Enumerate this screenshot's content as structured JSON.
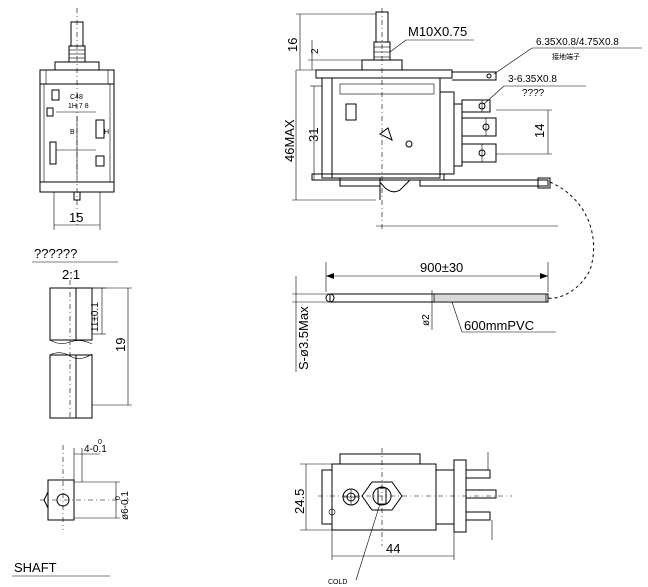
{
  "labels": {
    "thread": "M10X0.75",
    "terminal_size": "6.35X0.8/4.75X0.8",
    "terminal_note": "接地端子",
    "terminals": "3-6.35X0.8",
    "terminals_note": "????",
    "left_caption": "??????",
    "scale": "2:1",
    "capillary_length": "900±30",
    "pvc": "600mmPVC",
    "tube_dia": "S-ø3.5Max",
    "dia2": "ø2",
    "shaft": "SHAFT",
    "cold": "COLD",
    "front_markings": "C48",
    "front_markings2": "1H 7 8",
    "front_h": "H",
    "front_b": "B"
  },
  "dimensions": {
    "d16": "16",
    "d2": "2",
    "d46max": "46MAX",
    "d31": "31",
    "d14": "14",
    "d15": "15",
    "d11": "11±0.1",
    "d19": "19",
    "d4": "4-0.1",
    "d4_sup": "0",
    "d6": "ø6-0.1",
    "d6_sup": "0",
    "d24_5": "24.5",
    "d44": "44"
  }
}
